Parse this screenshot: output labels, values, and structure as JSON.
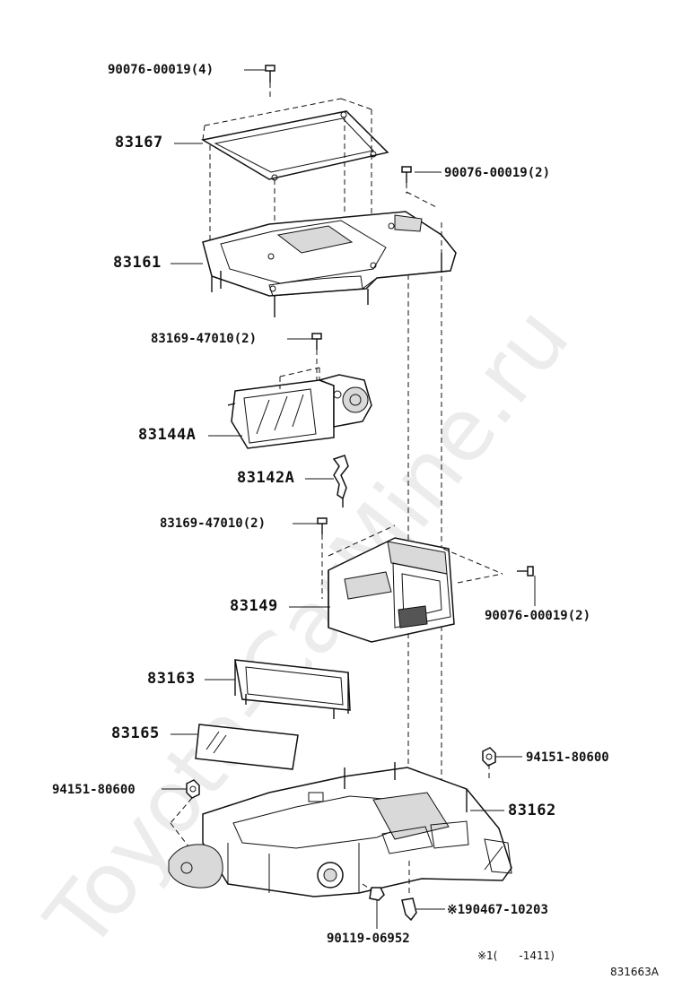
{
  "watermark": "Toyota-CarMine.ru",
  "callouts": {
    "c83167": "83167",
    "c83161": "83161",
    "c83144a": "83144A",
    "c83142a": "83142A",
    "c83149": "83149",
    "c83163": "83163",
    "c83165": "83165",
    "c83162": "83162",
    "screw_top": "90076-00019(4)",
    "screw_right_upper": "90076-00019(2)",
    "screw_83169_upper": "83169-47010(2)",
    "screw_83169_lower": "83169-47010(2)",
    "screw_right_lower": "90076-00019(2)",
    "nut_right": "94151-80600",
    "nut_left": "94151-80600",
    "screw_bottom": "90119-06952",
    "clip_bottom": "※190467-10203"
  },
  "footnote": "※1(　　-1411)",
  "diagram_code": "831663A"
}
